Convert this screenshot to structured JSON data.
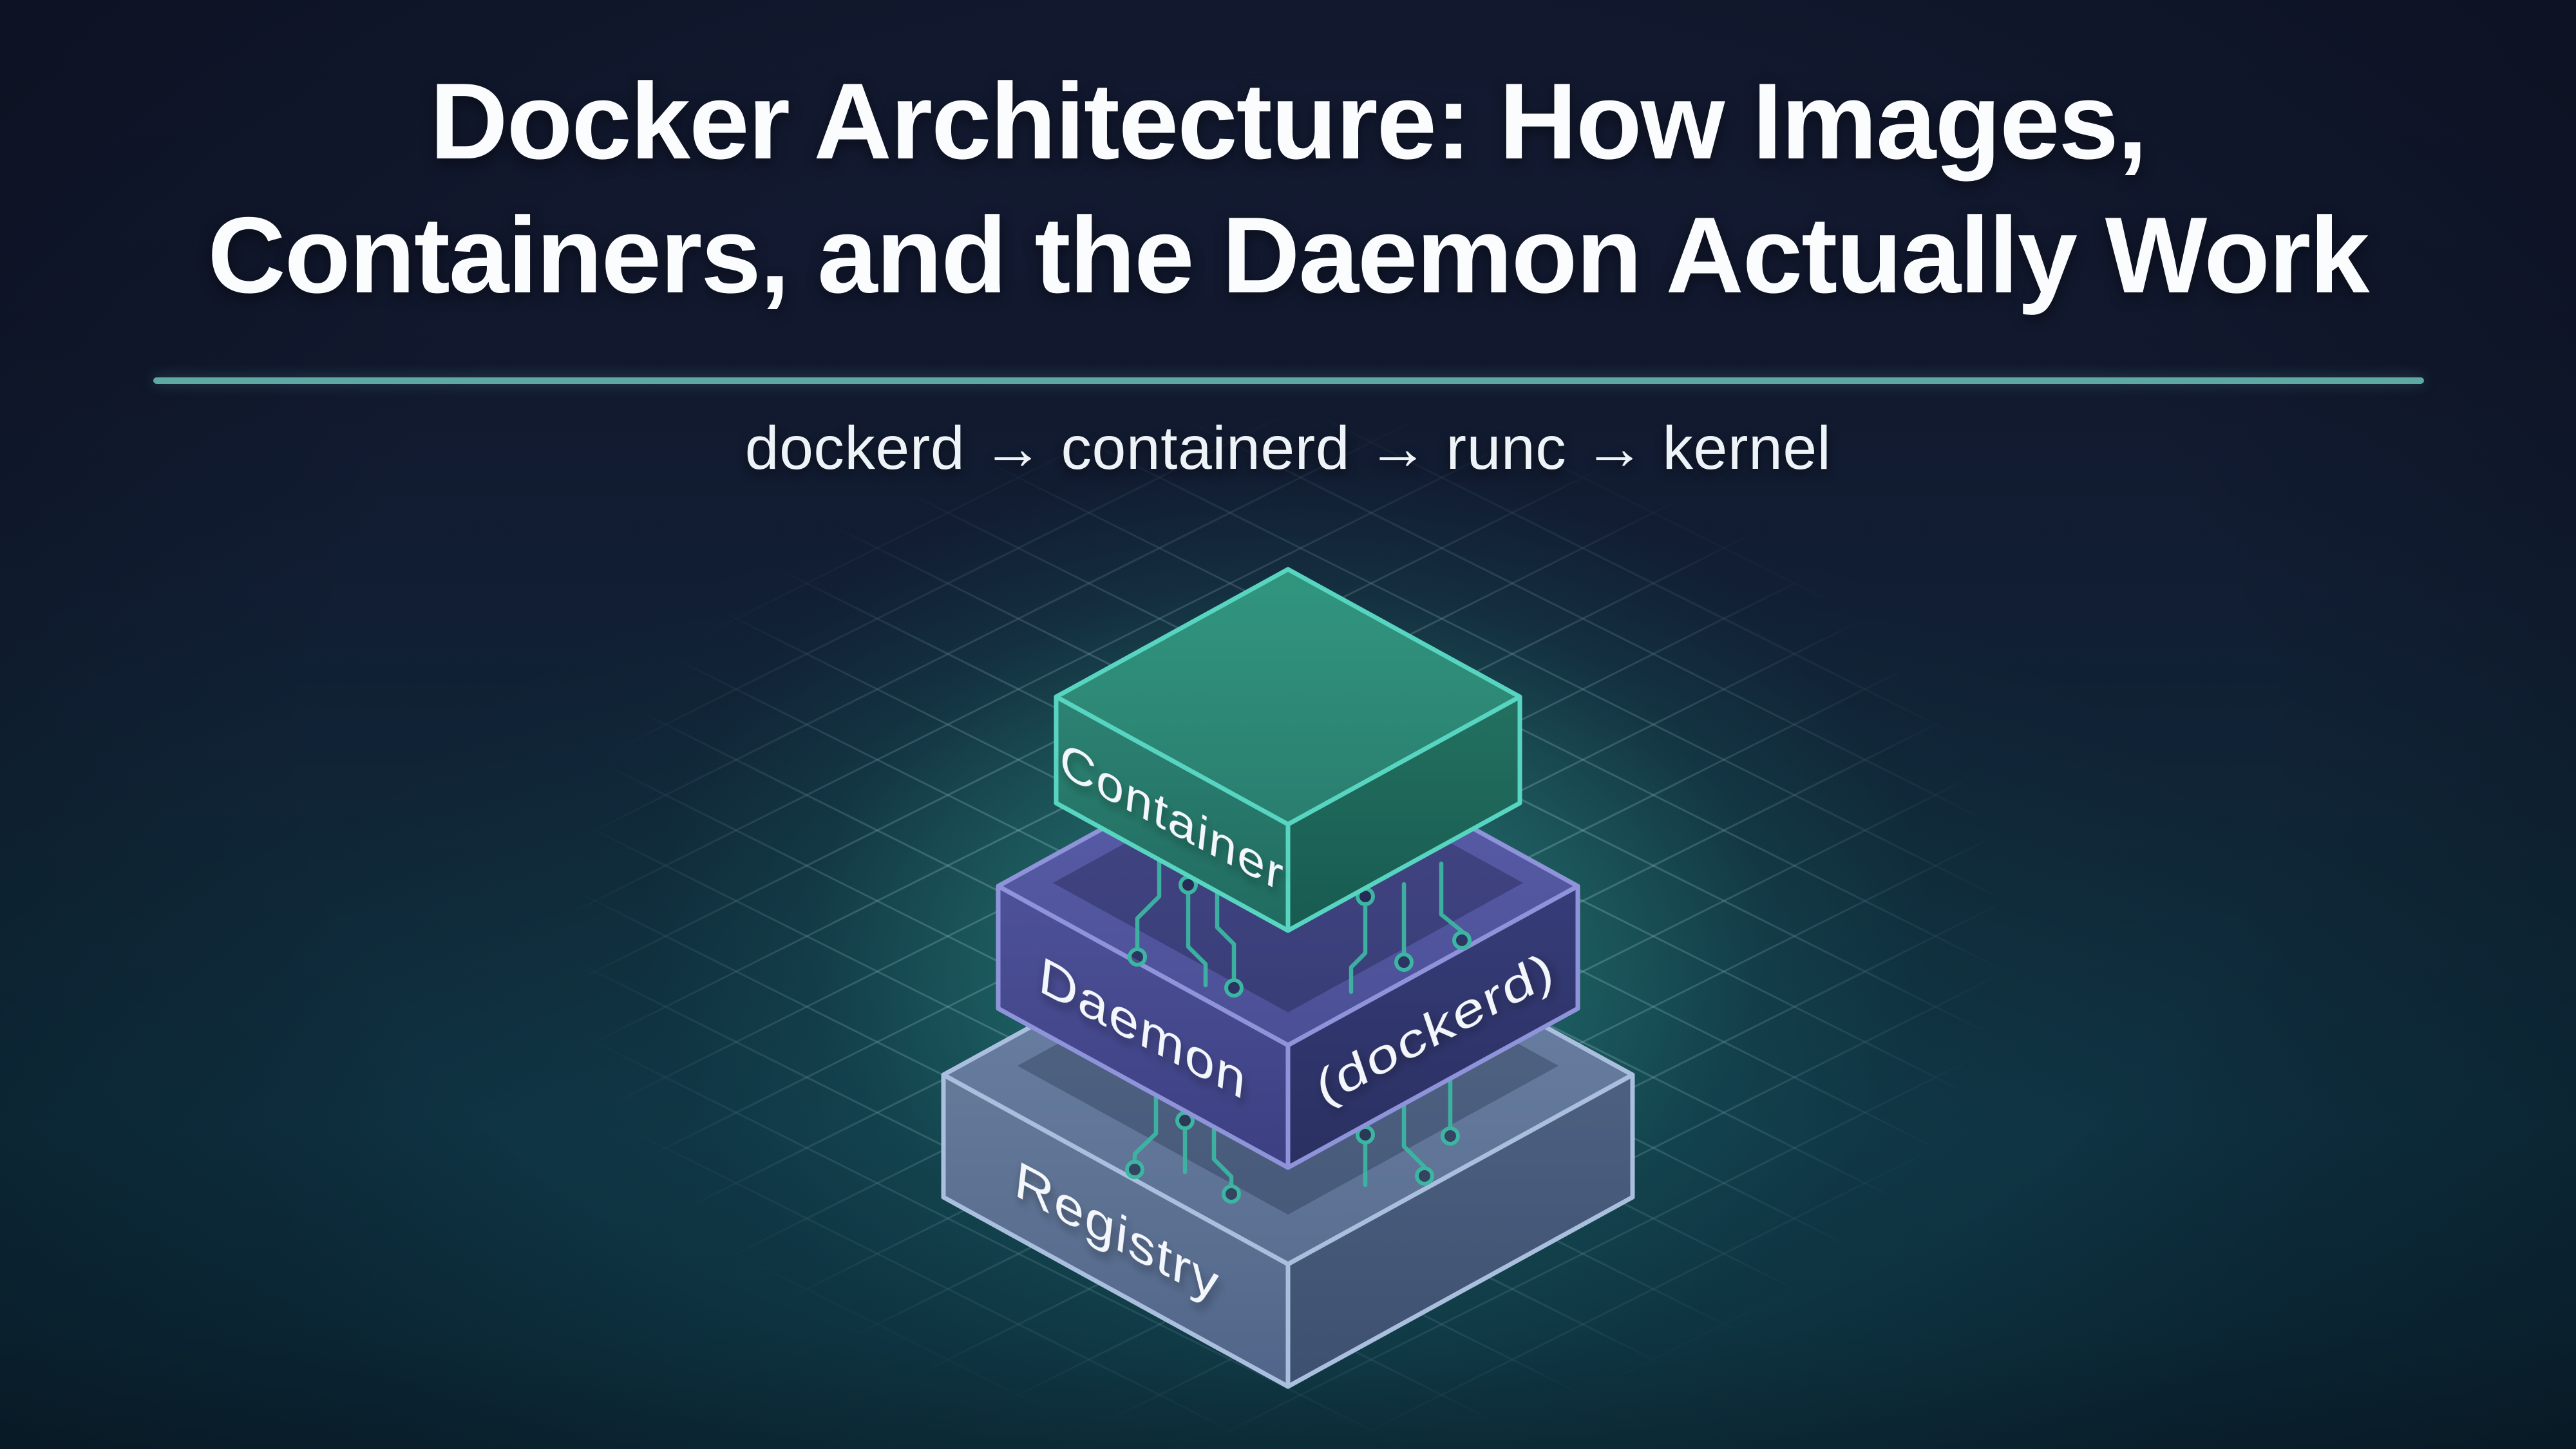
{
  "header": {
    "title_line1": "Docker Architecture: How Images,",
    "title_line2": "Containers, and the Daemon Actually Work",
    "subtitle": "dockerd → containerd → runc → kernel"
  },
  "diagram": {
    "type": "isometric-stack",
    "layers": [
      {
        "id": "container",
        "label": "Container",
        "position": "top",
        "color": "#2c8a7a"
      },
      {
        "id": "daemon",
        "label": "Daemon",
        "label_secondary": "(dockerd)",
        "position": "middle",
        "color": "#4a4e95"
      },
      {
        "id": "registry",
        "label": "Registry",
        "position": "bottom",
        "color": "#5f7498"
      }
    ],
    "connector_style": "circuit-traces"
  },
  "colors": {
    "background_top": "#131a31",
    "background_bottom": "#0c2c3b",
    "glow": "#3ecdb2",
    "divider": "#5ea9a4",
    "grid_line": "#bbdeea",
    "trace": "#3cb5a2",
    "text_primary": "#ffffff"
  }
}
